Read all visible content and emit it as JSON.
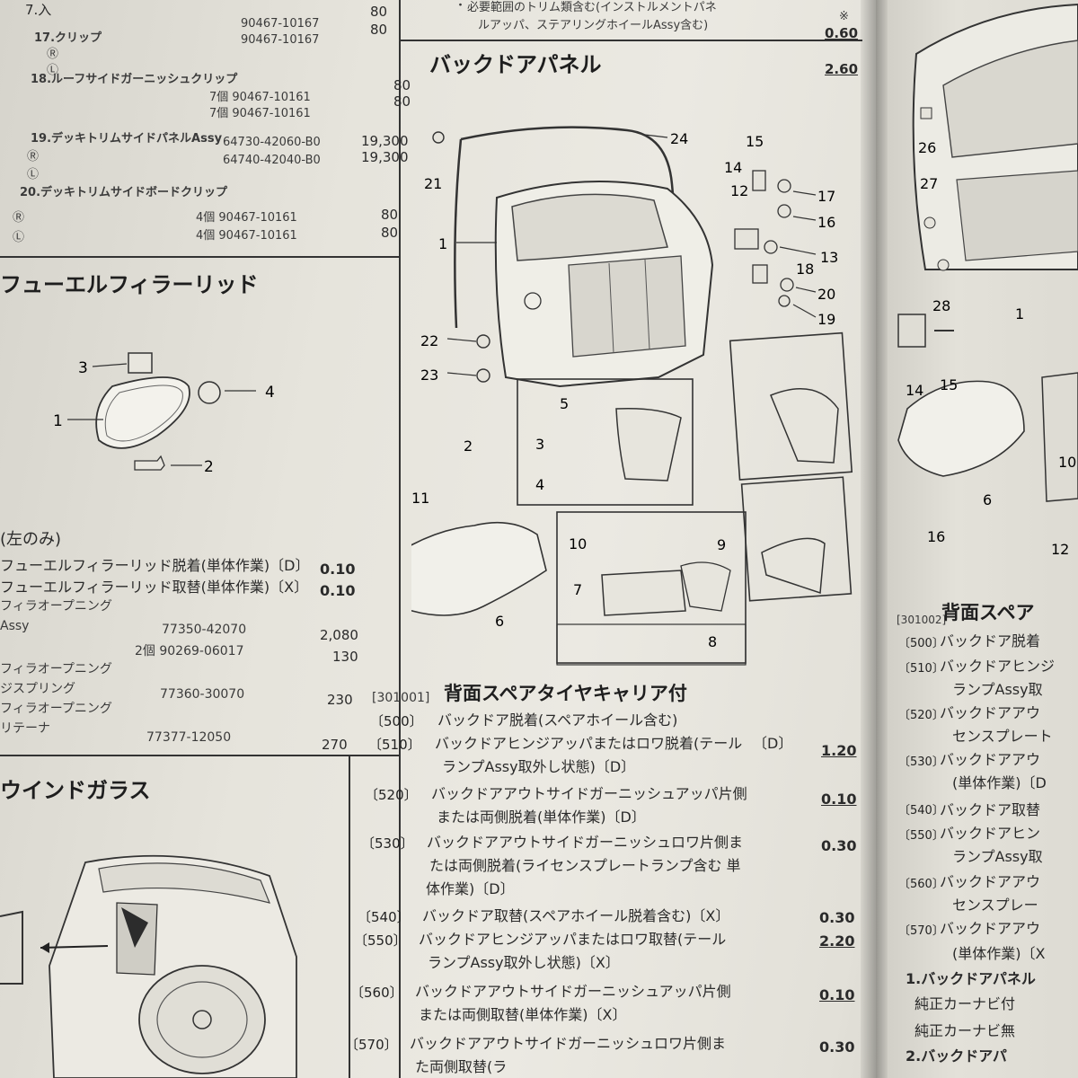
{
  "left_parts": [
    {
      "name": "7.入",
      "code": "",
      "price": "80"
    },
    {
      "name": "17.クリップ",
      "code": "90467-10167",
      "price": "80"
    },
    {
      "name": "18.ルーフサイドガーニッシュクリップ",
      "code": "7個 90467-10161",
      "price": "80"
    },
    {
      "name": "",
      "code": "7個 90467-10161",
      "price": "80"
    },
    {
      "name": "19.デッキトリムサイドパネルAssy",
      "code": "64730-42060-B0",
      "price": "19,300"
    },
    {
      "name": "",
      "code": "64740-42040-B0",
      "price": "19,300"
    },
    {
      "name": "20.デッキトリムサイドボードクリップ",
      "code": "4個 90467-10161",
      "price": "80"
    },
    {
      "name": "",
      "code": "4個 90467-10161",
      "price": "80"
    }
  ],
  "first_code": "90467-10167",
  "fuel": {
    "title": "フューエルフィラーリッド",
    "labels": [
      "1",
      "2",
      "3",
      "4"
    ],
    "note": "(左のみ)",
    "ops": [
      {
        "text": "フューエルフィラーリッド脱着(単体作業)〔D〕",
        "value": "0.10"
      },
      {
        "text": "フューエルフィラーリッド取替(単体作業)〔X〕",
        "value": "0.10"
      }
    ],
    "parts": [
      {
        "name": "フィラオープニング",
        "code": "",
        "price": ""
      },
      {
        "name": "Assy",
        "code": "77350-42070",
        "price": "2,080"
      },
      {
        "name": "",
        "code": "2個 90269-06017",
        "price": "130"
      },
      {
        "name": "フィラオープニング",
        "code": "",
        "price": ""
      },
      {
        "name": "ジスプリング",
        "code": "77360-30070",
        "price": "230"
      },
      {
        "name": "フィラオープニング",
        "code": "",
        "price": ""
      },
      {
        "name": "リテーナ",
        "code": "77377-12050",
        "price": "270"
      }
    ]
  },
  "window": {
    "title": "ウインドガラス"
  },
  "top_note": {
    "line1": "必要範囲のトリム類含む(インストルメントパネ",
    "line2": "ルアッパ、ステアリングホイールAssy含む)",
    "mark": "※",
    "v1": "0.60",
    "v2": "2.60"
  },
  "backdoor": {
    "title": "バックドアパネル",
    "labels": [
      "1",
      "2",
      "3",
      "4",
      "5",
      "6",
      "7",
      "8",
      "9",
      "10",
      "11",
      "12",
      "13",
      "14",
      "15",
      "16",
      "17",
      "18",
      "19",
      "20",
      "21",
      "22",
      "23",
      "24"
    ],
    "section": "[301001]",
    "heading": "背面スペアタイヤキャリア付",
    "ops": [
      {
        "code": "〔500〕",
        "text": "バックドア脱着(スペアホイール含む)",
        "value": ""
      },
      {
        "code": "〔510〕",
        "text": "バックドアヒンジアッパまたはロワ脱着(テール",
        "text2": "ランプAssy取外し状態)〔D〕",
        "value": "1.20"
      },
      {
        "code": "〔520〕",
        "text": "バックドアアウトサイドガーニッシュアッパ片側",
        "text2": "または両側脱着(単体作業)〔D〕",
        "value": "0.10"
      },
      {
        "code": "〔530〕",
        "text": "バックドアアウトサイドガーニッシュロワ片側ま",
        "text2": "たは両側脱着(ライセンスプレートランプ含む 単",
        "text3": "体作業)〔D〕",
        "value": "0.30"
      },
      {
        "code": "〔540〕",
        "text": "バックドア取替(スペアホイール脱着含む)〔X〕",
        "value": "0.30"
      },
      {
        "code": "〔550〕",
        "text": "バックドアヒンジアッパまたはロワ取替(テール",
        "text2": "ランプAssy取外し状態)〔X〕",
        "value": "2.20"
      },
      {
        "code": "〔560〕",
        "text": "バックドアアウトサイドガーニッシュアッパ片側",
        "text2": "または両側取替(単体作業)〔X〕",
        "value": "0.10"
      },
      {
        "code": "〔570〕",
        "text": "バックドアアウトサイドガーニッシュロワ片側ま",
        "text2": "た両側取替(ラ",
        "value": "0.30"
      }
    ],
    "d_mark": "〔D〕"
  },
  "right_page": {
    "labels": [
      "26",
      "27",
      "28",
      "1",
      "14",
      "15",
      "10",
      "6",
      "16",
      "12"
    ],
    "section": "[301002]",
    "heading": "背面スペア",
    "ops": [
      {
        "code": "〔500〕",
        "text": "バックドア脱着"
      },
      {
        "code": "〔510〕",
        "text": "バックドアヒンジ"
      },
      {
        "code": "",
        "text": "ランプAssy取"
      },
      {
        "code": "〔520〕",
        "text": "バックドアアウ"
      },
      {
        "code": "",
        "text": "センスプレート"
      },
      {
        "code": "〔530〕",
        "text": "バックドアアウ"
      },
      {
        "code": "",
        "text": "(単体作業)〔D"
      },
      {
        "code": "〔540〕",
        "text": "バックドア取替"
      },
      {
        "code": "〔550〕",
        "text": "バックドアヒン"
      },
      {
        "code": "",
        "text": "ランプAssy取"
      },
      {
        "code": "〔560〕",
        "text": "バックドアアウ"
      },
      {
        "code": "",
        "text": "センスプレー"
      },
      {
        "code": "〔570〕",
        "text": "バックドアアウ"
      },
      {
        "code": "",
        "text": "(単体作業)〔X"
      }
    ],
    "parts": [
      "1.バックドアパネル",
      "純正カーナビ付",
      "純正カーナビ無",
      "2.バックドアパ"
    ]
  }
}
